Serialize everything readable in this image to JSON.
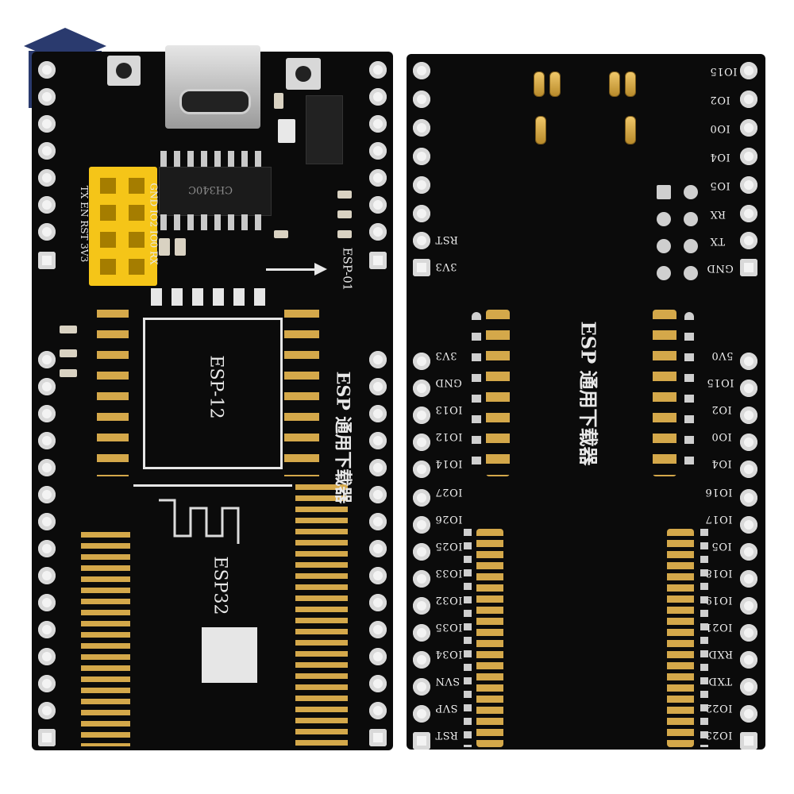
{
  "left_board": {
    "usb_label": "USB-C",
    "header_labels": [
      "TX EN RST 3V3",
      "GND IO2 IO0 RX"
    ],
    "ch340_label": "CH340C",
    "esp01_label": "ESP-01",
    "esp12_label": "ESP-12",
    "esp32_label": "ESP32",
    "title_label": "ESP 通用下载器"
  },
  "right_board": {
    "title_label": "ESP 通用下载器",
    "right_pins_top": [
      "IO15",
      "IO2",
      "IO0",
      "IO4",
      "IO5",
      "RX",
      "TX",
      "GND"
    ],
    "left_pins_top": [
      "RST",
      "3V3"
    ],
    "left_pins_mid": [
      "3V3",
      "GND",
      "IO13",
      "IO12",
      "IO14"
    ],
    "right_pins_mid": [
      "5V0",
      "IO15",
      "IO2",
      "IO0",
      "IO4"
    ],
    "left_pins_bottom": [
      "IO27",
      "IO26",
      "IO25",
      "IO33",
      "IO32",
      "IO35",
      "IO34",
      "SVN",
      "SVP",
      "RST"
    ],
    "right_pins_bottom": [
      "IO16",
      "IO17",
      "IO5",
      "IO18",
      "IO19",
      "IO21",
      "RXD",
      "TXD",
      "IO22",
      "IO23"
    ]
  },
  "colors": {
    "pcb": "#0b0b0b",
    "gold": "#d4a84a",
    "header": "#f5c518",
    "silk": "#f1f1f1"
  }
}
